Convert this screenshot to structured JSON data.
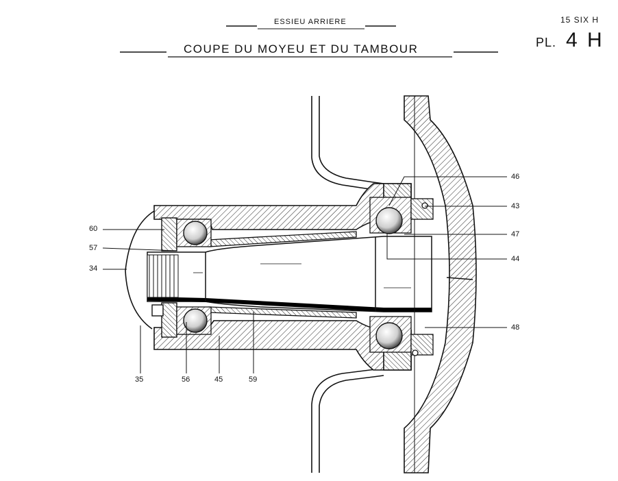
{
  "header": {
    "subtitle": "ESSIEU ARRIERE",
    "title": "COUPE DU MOYEU ET DU TAMBOUR",
    "reference": "15 SIX H",
    "plate_prefix": "PL.",
    "plate_number": "4 H"
  },
  "callouts": {
    "c46": "46",
    "c43": "43",
    "c47": "47",
    "c44": "44",
    "c48": "48",
    "c60": "60",
    "c57": "57",
    "c34": "34",
    "c35": "35",
    "c56": "56",
    "c45": "45",
    "c59": "59"
  }
}
